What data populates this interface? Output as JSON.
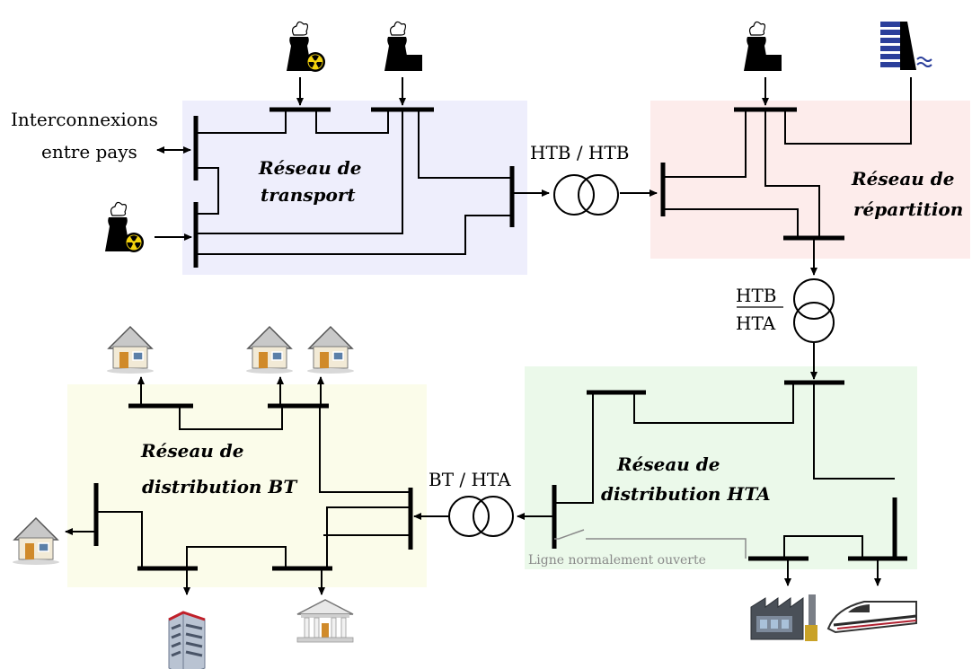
{
  "zones": {
    "transport": {
      "line1": "Réseau de",
      "line2": "transport",
      "color": "#eeeefc"
    },
    "repartition": {
      "line1": "Réseau de",
      "line2": "répartition",
      "color": "#fdeceb"
    },
    "hta": {
      "line1": "Réseau de",
      "line2": "distribution HTA",
      "color": "#ebf9ea"
    },
    "bt": {
      "line1": "Réseau de",
      "line2": "distribution BT",
      "color": "#fbfcea"
    }
  },
  "labels": {
    "interconnexion_1": "Interconnexions",
    "interconnexion_2": "entre pays",
    "htb_htb": "HTB / HTB",
    "htb_top": "HTB",
    "hta_bottom": "HTA",
    "bt_hta": "BT / HTA",
    "normally_open": "Ligne normalement ouverte"
  },
  "icons": [
    "nuclear-plant-icon",
    "thermal-plant-icon",
    "hydro-dam-icon",
    "house-icon",
    "factory-icon",
    "train-icon",
    "building-icon",
    "public-building-icon"
  ]
}
